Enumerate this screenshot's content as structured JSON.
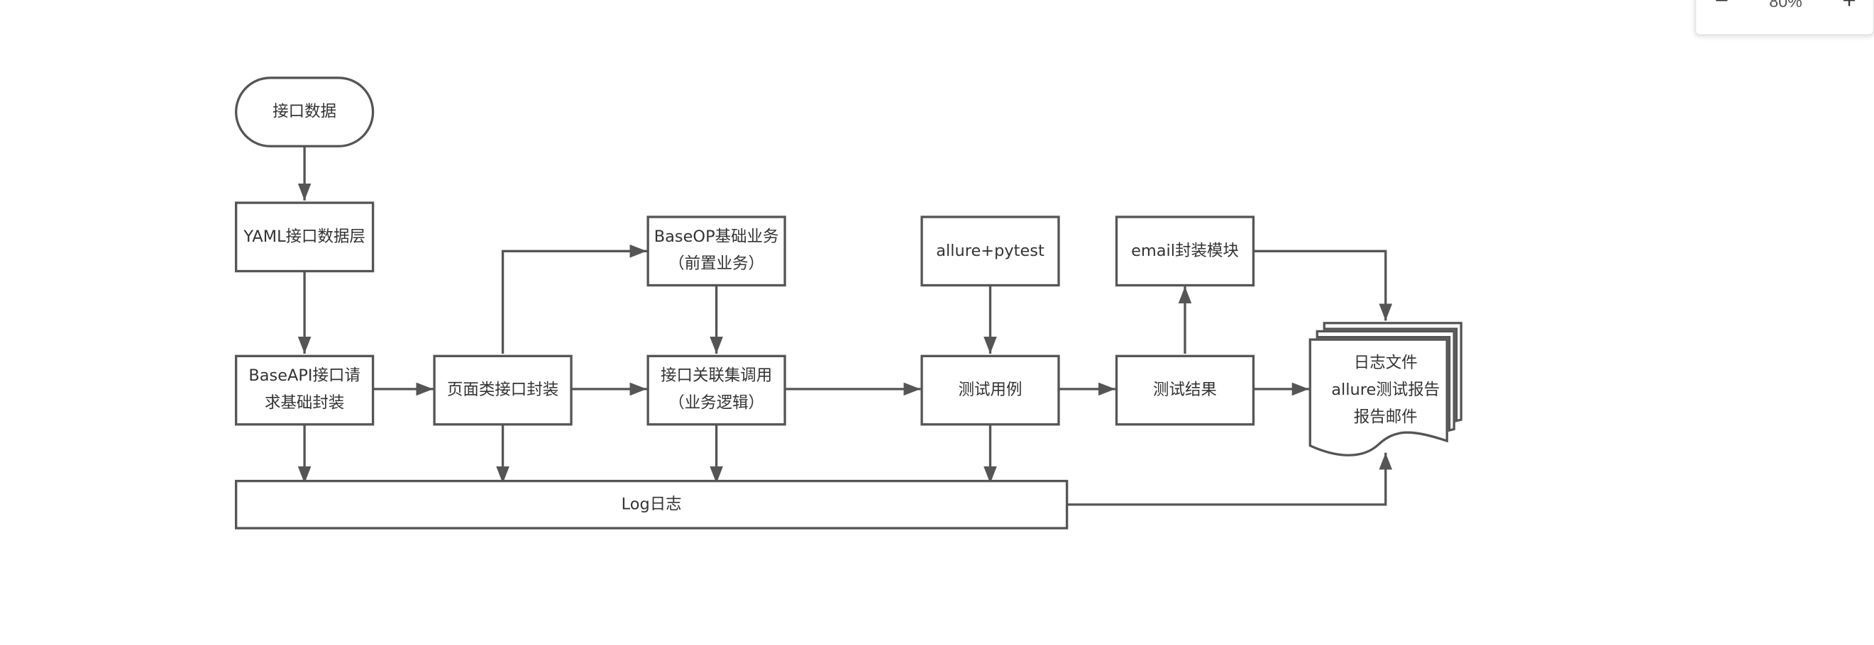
{
  "zoom": {
    "level": "80%",
    "minus_label": "−",
    "plus_label": "+"
  },
  "diagram": {
    "colors": {
      "stroke": "#555555",
      "fill": "#ffffff",
      "text": "#333333"
    },
    "nodes": {
      "interface_data": "接口数据",
      "yaml_layer": "YAML接口数据层",
      "base_api": "BaseAPI接口请求基础封装",
      "page_interface": "页面类接口封装",
      "baseop": "BaseOP基础业务（前置业务）",
      "interface_assoc": "接口关联集调用（业务逻辑）",
      "allure_pytest": "allure+pytest",
      "test_case": "测试用例",
      "email_module": "email封装模块",
      "test_result": "测试结果",
      "log": "Log日志",
      "output_docs": [
        "日志文件",
        "allure测试报告",
        "报告邮件"
      ]
    }
  }
}
